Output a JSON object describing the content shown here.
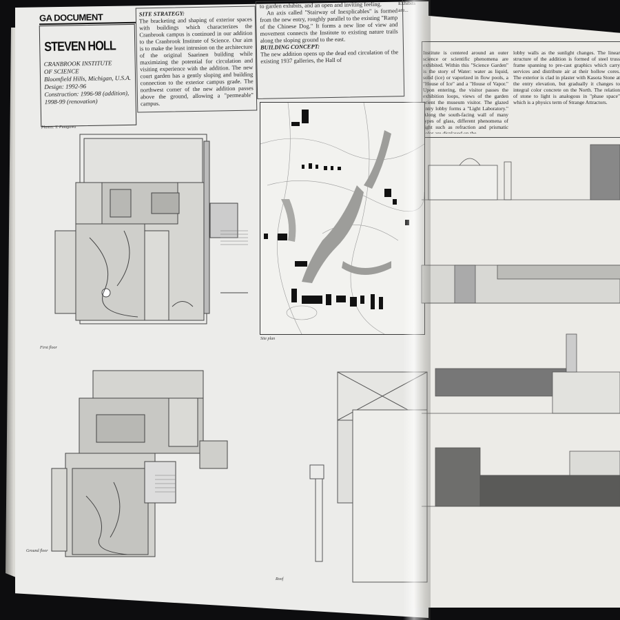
{
  "header": {
    "label": "GA DOCUMENT"
  },
  "project": {
    "architect": "STEVEN HOLL",
    "meta_lines": [
      "CRANBROOK INSTITUTE",
      "OF SCIENCE",
      "Bloomfield Hills, Michigan, U.S.A.",
      "Design: 1992-96",
      "Construction: 1996-98 (addition),",
      "1998-99 (renovation)"
    ],
    "photo_credit": "Photos: Y. Futagawa"
  },
  "text": {
    "col1_heading": "SITE STRATEGY:",
    "col1_body": "The bracketing and shaping of exterior spaces with buildings which characterizes the Cranbrook campus is continued in our addition to the Cranbrook Institute of Science. Our aim is to make the least intrusion on the architecture of the original Saarinen building while maximizing the potential for circulation and visiting experience with the addition. The new court garden has a gently sloping and building connection to the exterior campus grade. The northwest corner of the new addition passes above the ground, allowing a \"permeable\" campus.",
    "col2_top": "to garden exhibits, and an open and inviting feeling.",
    "col2_p2": "An axis called \"Stairway of Inexplicables\" is formed from the new entry, roughly parallel to the existing \"Ramp of the Chinese Dog.\" It forms a new line of view and movement connects the Institute to existing nature trails along the sloping ground to the east.",
    "col2_heading": "BUILDING CONCEPT:",
    "col2_p3": "The new addition opens up the dead end circulation of the existing 1937 galleries, the Hall of",
    "col3_body": "Exhibits are...",
    "right_col1": "Institute is centered around an outer science or scientific phenomena are exhibited. Within this \"Science Garden\" is the story of Water: water as liquid, solid (ice) or vaporized in flow pools, a \"House of Ice\" and a \"House of Vapor.\" Upon entering, the visitor passes the exhibition loops, views of the garden orient the museum visitor. The glazed entry lobby forms a \"Light Laboratory.\" Along the south-facing wall of many types of glass, different phenomena of light such as refraction and prismatic color are displayed on the",
    "right_col2": "lobby walls as the sunlight changes. The linear structure of the addition is formed of steel truss frame spanning to pre-cast graphics which carry services and distribute air at their hollow cores. The exterior is clad in plaster with Kasota Stone at the entry elevation, but gradually it changes to integral color concrete on the North. The relation of stone to light is analogous in \"phase space\" which is a physics term of Strange Attractors."
  },
  "captions": {
    "first_floor": "First floor",
    "site_plan": "Site plan",
    "ground_floor": "Ground floor",
    "roof": "Roof"
  }
}
